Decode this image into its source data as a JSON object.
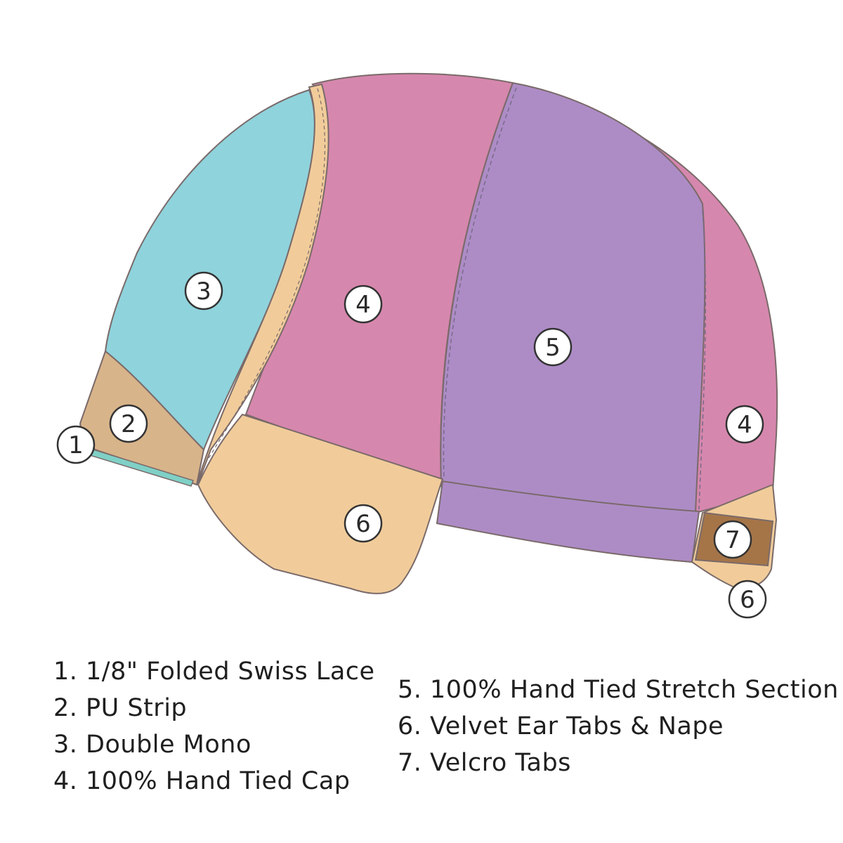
{
  "colors": {
    "swiss_lace": "#7fd0c6",
    "pu_strip": "#d8b48a",
    "double_mono": "#8fd3dc",
    "hand_tied_cap": "#d687ad",
    "stretch_section": "#ad8cc6",
    "ear_tabs": "#f1cc9a",
    "velcro_tabs": "#a57548",
    "outline": "#7a6a6a",
    "text": "#1f1f1f"
  },
  "markers": [
    {
      "id": "1",
      "label": "1"
    },
    {
      "id": "2",
      "label": "2"
    },
    {
      "id": "3",
      "label": "3"
    },
    {
      "id": "4a",
      "label": "4"
    },
    {
      "id": "5",
      "label": "5"
    },
    {
      "id": "4b",
      "label": "4"
    },
    {
      "id": "6a",
      "label": "6"
    },
    {
      "id": "7",
      "label": "7"
    },
    {
      "id": "6b",
      "label": "6"
    }
  ],
  "legend": {
    "left": [
      "1. 1/8\" Folded Swiss Lace",
      "2. PU Strip",
      "3. Double Mono",
      "4. 100% Hand Tied Cap"
    ],
    "right": [
      "5. 100% Hand Tied Stretch Section",
      "6. Velvet Ear Tabs & Nape",
      "7. Velcro Tabs"
    ]
  }
}
